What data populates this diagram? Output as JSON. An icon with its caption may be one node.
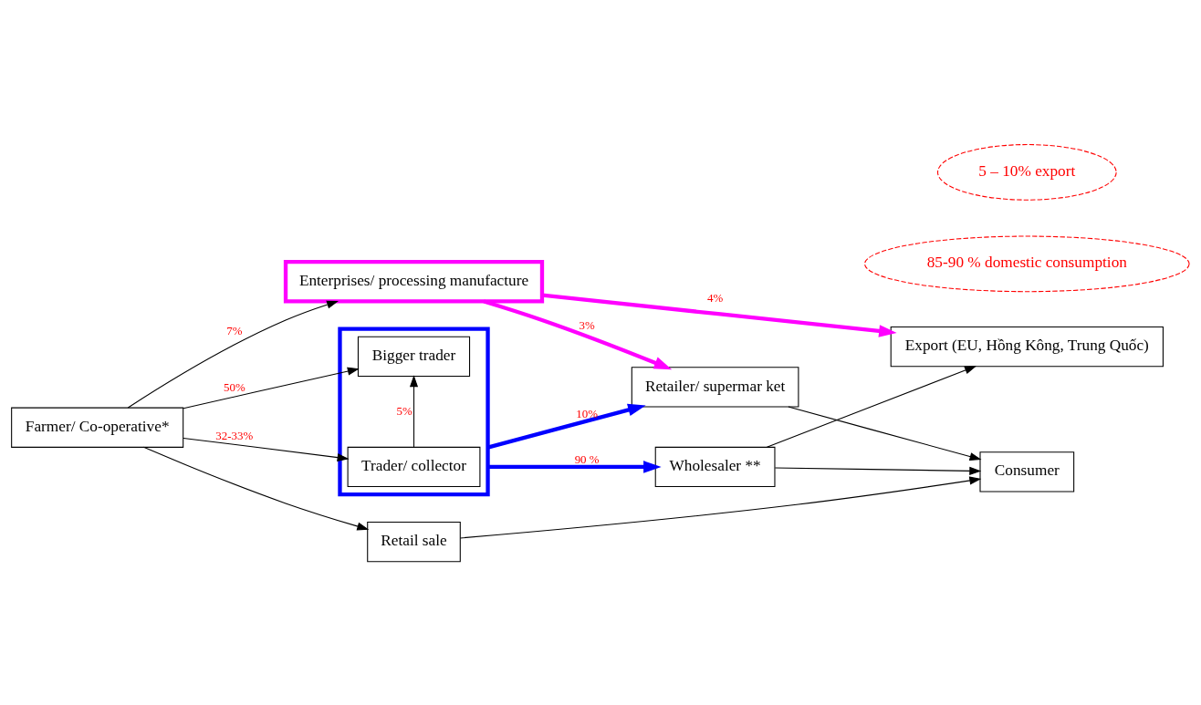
{
  "diagram": {
    "nodes": [
      {
        "text": [
          "Farmer/ Co-operative*"
        ]
      },
      {
        "text": [
          "Retail sale"
        ]
      },
      {
        "text": [],
        "shape": "box"
      },
      {
        "text": [
          "Trader/ collector"
        ],
        "in": 2
      },
      {
        "text": [
          "Bigger trader"
        ],
        "in": 2
      },
      {
        "text": [
          "Wholesaler **"
        ]
      },
      {
        "text": [
          "Retailer/ supermar ket"
        ]
      },
      {
        "text": [
          "Consumer"
        ]
      },
      {
        "text": [
          "Enterprises/ processing manufacture"
        ]
      },
      {
        "text": [
          "Export (EU, Hồng Kông, Trung Quốc)"
        ]
      },
      {
        "text": [
          "85-90 % domestic consumption"
        ]
      },
      {
        "text": [
          "5 – 10% export"
        ]
      }
    ],
    "edges": [
      {
        "from": 0,
        "to": 1,
        "arrow": "to"
      },
      {
        "from": 0,
        "to": 3,
        "arrow": "to",
        "label": "32-33%"
      },
      {
        "from": 0,
        "to": 4,
        "arrow": "to",
        "label": "50%"
      },
      {
        "from": 0,
        "to": 8,
        "arrow": "to",
        "label": "7%"
      },
      {
        "from": 3,
        "to": 4,
        "arrow": "to",
        "label": "5%"
      },
      {
        "from": 2,
        "to": 6,
        "arrow": "to",
        "label": "10%",
        "style": "thick",
        "color": "#0000ff"
      },
      {
        "from": 2,
        "to": 5,
        "arrow": "to",
        "label": "90 %",
        "style": "thick",
        "color": "#0000ff"
      },
      {
        "from": 1,
        "to": 7,
        "arrow": "to"
      },
      {
        "from": 5,
        "to": 7,
        "arrow": "to"
      },
      {
        "from": 6,
        "to": 7,
        "arrow": "to"
      },
      {
        "from": 5,
        "to": 9,
        "arrow": "to"
      },
      {
        "from": 8,
        "to": 6,
        "arrow": "to",
        "label": "3%",
        "style": "thick",
        "color": "#ff00ff"
      },
      {
        "from": 8,
        "to": 9,
        "arrow": "to",
        "label": "4%",
        "style": "thick",
        "color": "#ff00ff"
      }
    ]
  }
}
